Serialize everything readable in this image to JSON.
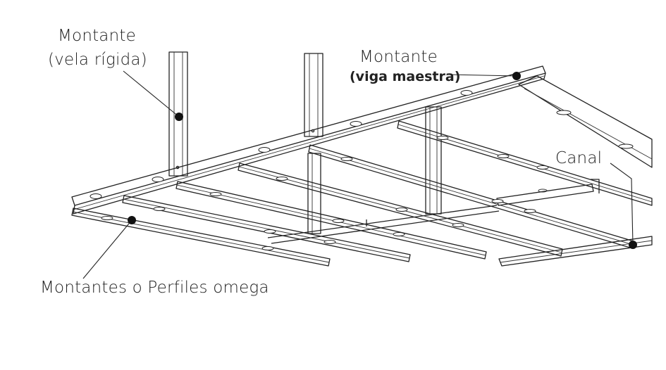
{
  "labels": {
    "montante_vela_line1": "Montante",
    "montante_vela_line2": "(vela rígida)",
    "montante_viga_line1": "Montante",
    "montante_viga_line2": "(viga maestra)",
    "canal": "Canal",
    "omega": "Montantes o Perfiles omega"
  },
  "colors": {
    "stroke": "#222222",
    "background": "#ffffff"
  }
}
